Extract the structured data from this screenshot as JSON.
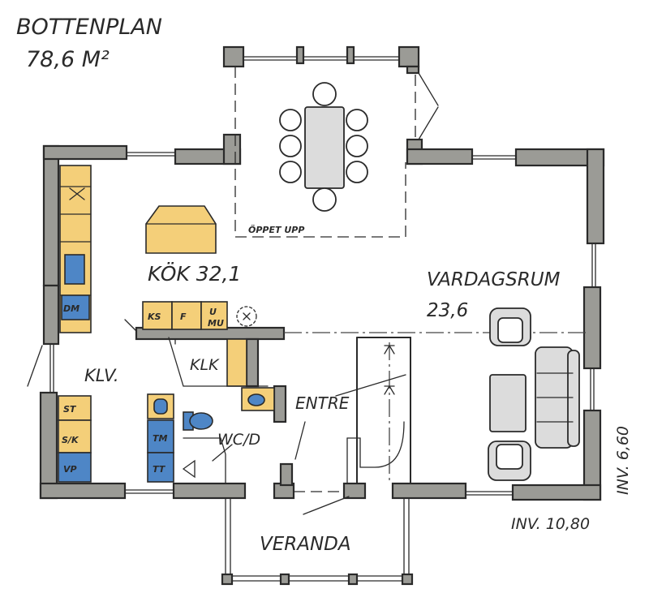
{
  "title": {
    "line1": "BOTTENPLAN",
    "line2": "78,6 M²"
  },
  "rooms": {
    "kitchen": "KÖK 32,1",
    "living_name": "VARDAGSRUM",
    "living_area": "23,6",
    "closet": "KLV.",
    "laundry": "KLK",
    "wc": "WC/D",
    "entry": "ENTRE",
    "veranda": "VERANDA",
    "open_above": "ÖPPET UPP"
  },
  "dimensions": {
    "width": "INV. 10,80",
    "depth": "INV. 6,60"
  },
  "appliances": {
    "dishwasher": "DM",
    "freezer": "KS",
    "fridge": "F",
    "microwave_line1": "U",
    "microwave_line2": "MU",
    "st": "ST",
    "sk": "S/K",
    "vp": "VP",
    "tm": "TM",
    "tt": "TT"
  },
  "colors": {
    "wall": "#9b9b96",
    "cabinet": "#f4cf79",
    "appliance": "#4e86c6"
  }
}
